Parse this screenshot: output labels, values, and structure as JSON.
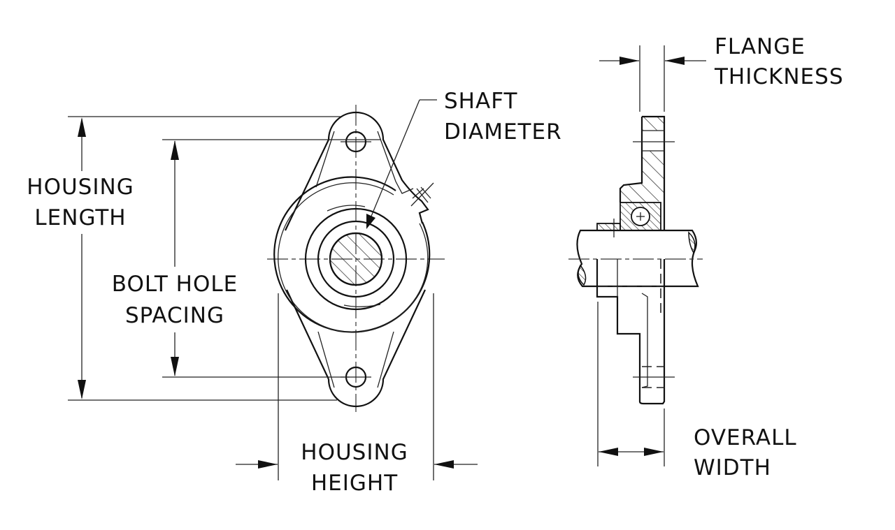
{
  "labels": {
    "housing_length": [
      "HOUSING",
      "LENGTH"
    ],
    "bolt_hole_spacing": [
      "BOLT HOLE",
      "SPACING"
    ],
    "shaft_diameter": [
      "SHAFT",
      "DIAMETER"
    ],
    "housing_height": [
      "HOUSING",
      "HEIGHT"
    ],
    "flange_thickness": [
      "FLANGE",
      "THICKNESS"
    ],
    "overall_width": [
      "OVERALL",
      "WIDTH"
    ]
  }
}
